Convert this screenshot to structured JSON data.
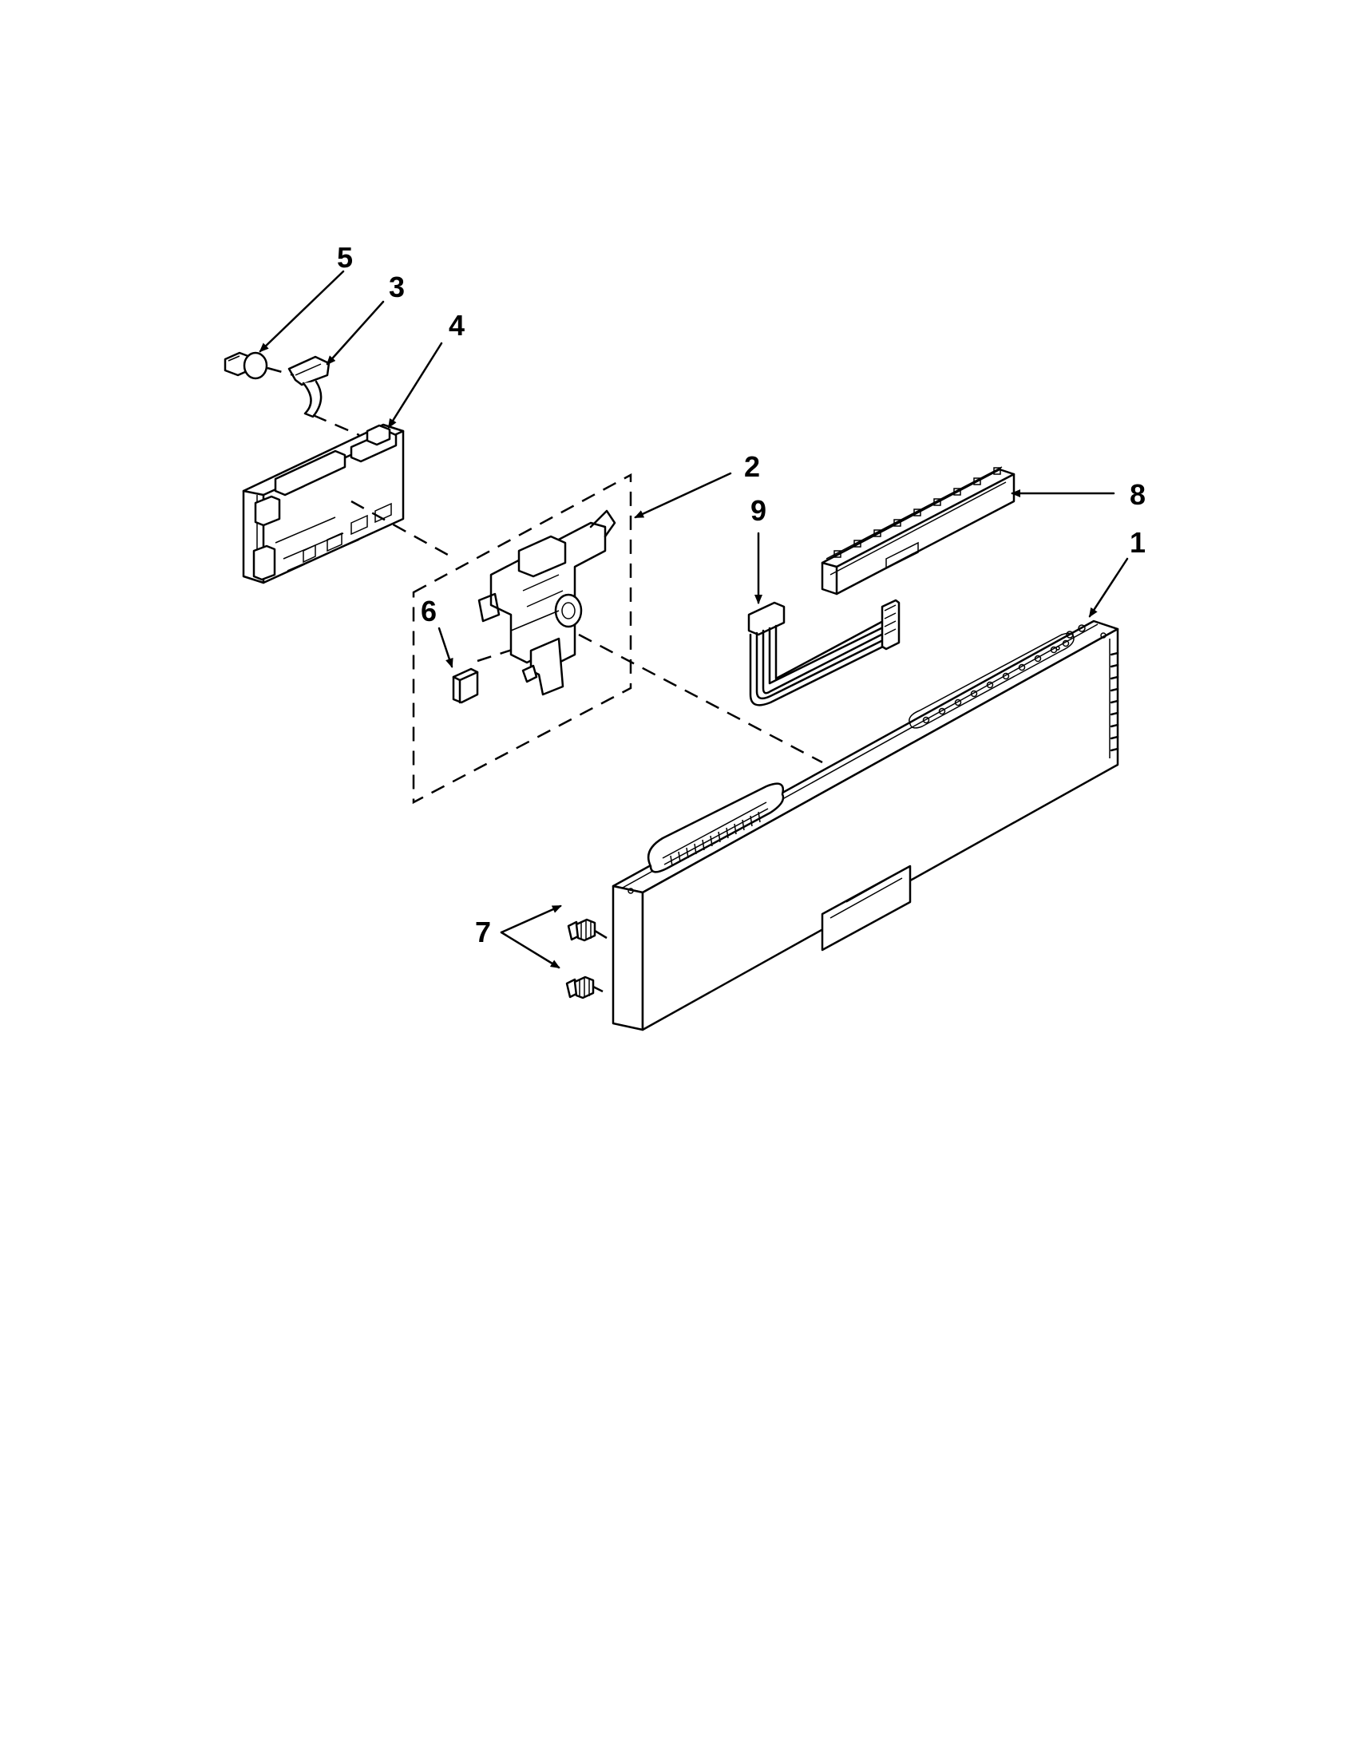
{
  "diagram": {
    "type": "exploded-parts-view",
    "callouts": [
      {
        "id": "1",
        "label": "1"
      },
      {
        "id": "2",
        "label": "2"
      },
      {
        "id": "3",
        "label": "3"
      },
      {
        "id": "4",
        "label": "4"
      },
      {
        "id": "5",
        "label": "5"
      },
      {
        "id": "6",
        "label": "6"
      },
      {
        "id": "7",
        "label": "7"
      },
      {
        "id": "8",
        "label": "8"
      },
      {
        "id": "9",
        "label": "9"
      }
    ]
  }
}
